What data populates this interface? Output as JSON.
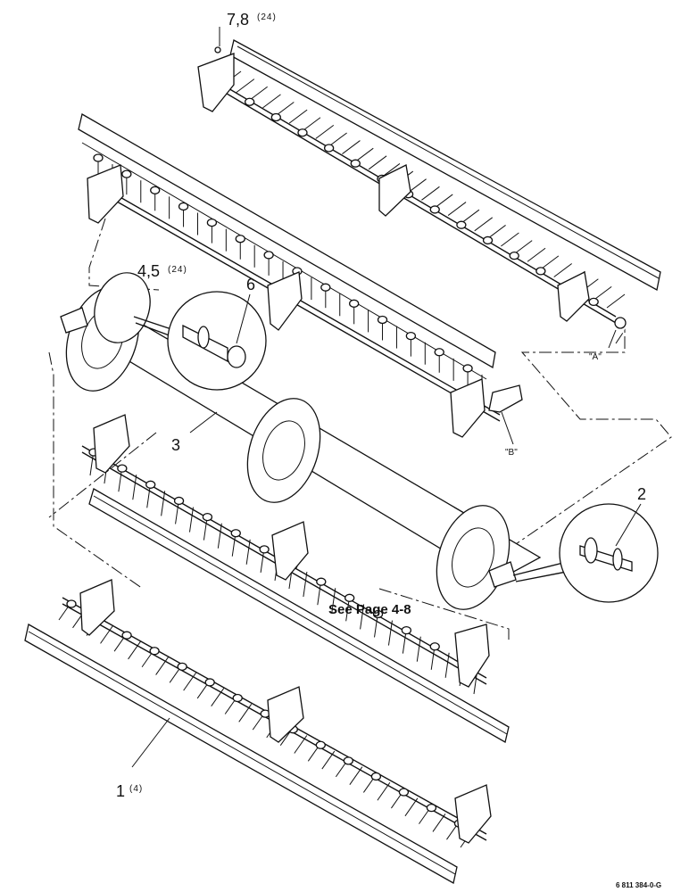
{
  "callouts": [
    {
      "id": "c78",
      "number": "7,8",
      "qty": "(24)"
    },
    {
      "id": "c45",
      "number": "4,5",
      "qty": "(24)"
    },
    {
      "id": "c6",
      "number": "6",
      "qty": ""
    },
    {
      "id": "c3",
      "number": "3",
      "qty": ""
    },
    {
      "id": "c2",
      "number": "2",
      "qty": ""
    },
    {
      "id": "c1",
      "number": "1",
      "qty": "(4)"
    }
  ],
  "references": {
    "a": "\"A\"",
    "b": "\"B\""
  },
  "note": "See Page 4-8",
  "drawing_code": "6 811 384-0-G"
}
